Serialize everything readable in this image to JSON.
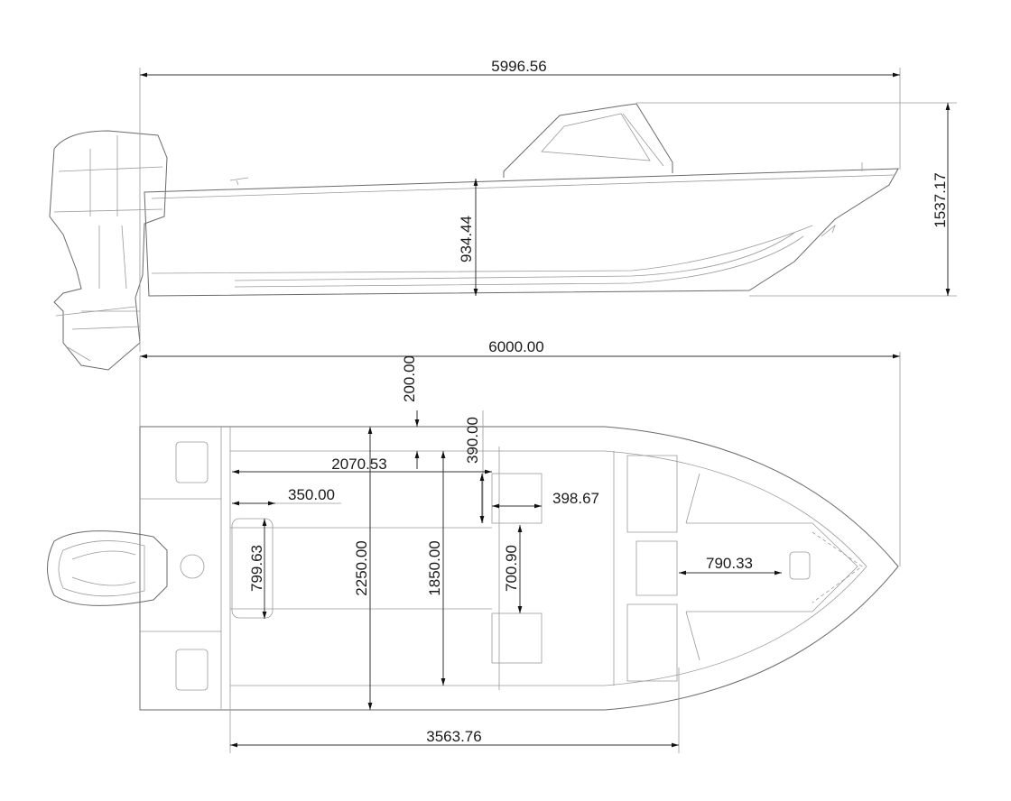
{
  "title": "Boat drawing - side and top views with dimensions",
  "side_view": {
    "overall_length": "5996.56",
    "overall_height": "1537.17",
    "hull_depth": "934.44"
  },
  "top_view": {
    "overall_length": "6000.00",
    "gunwale_offset": "200.00",
    "seat_offset": "390.00",
    "cockpit_length": "2070.53",
    "rear_seat_depth": "350.00",
    "console_seat_width": "398.67",
    "rear_seat_width": "799.63",
    "beam": "2250.00",
    "inner_beam": "1850.00",
    "seat_gap": "700.90",
    "bow_walkway": "790.33",
    "deck_length": "3563.76"
  }
}
